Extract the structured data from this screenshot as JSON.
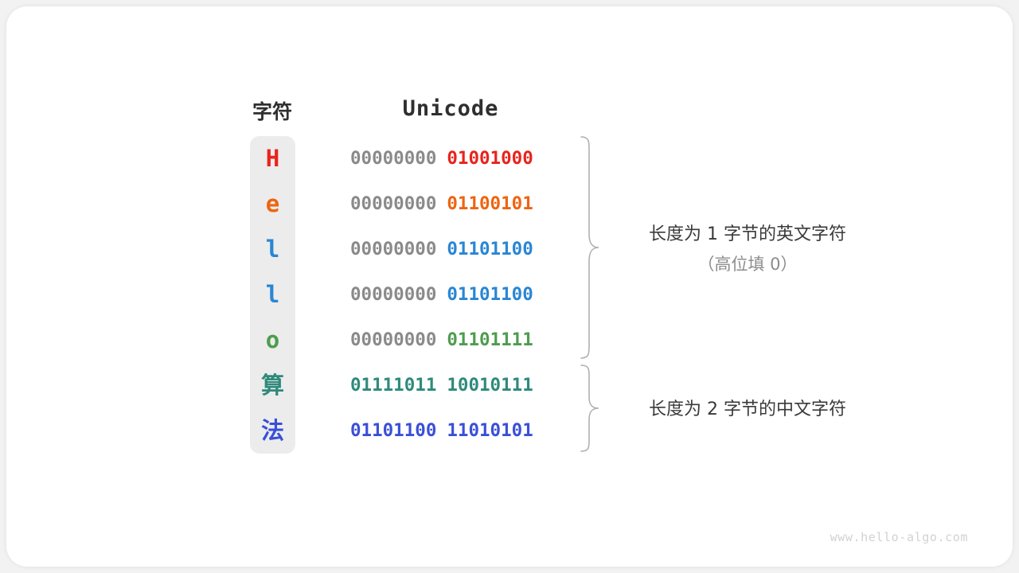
{
  "figure": {
    "watermark": "www.hello-algo.com",
    "headers": {
      "character": "字符",
      "encoding": "Unicode"
    },
    "colors": {
      "card_background": "#ffffff",
      "page_background": "#f2f2f2",
      "char_column_background": "#ececec",
      "padding_bits": "#8a8a8a",
      "brace": "#b0b0b0",
      "header_text": "#2f2f2f",
      "annotation_text": "#3a3a3a",
      "annotation_subtext": "#8c8c8c",
      "watermark_text": "#d2d2d2",
      "red": "#e8241c",
      "orange": "#ee6411",
      "blue": "#2986d4",
      "green": "#4f9c4f",
      "teal": "#2f8a7b",
      "indigo": "#3a4fd8"
    },
    "rows": [
      {
        "char": "H",
        "script": "latin",
        "color": "#e8241c",
        "high_byte": "00000000",
        "high_byte_color": "#8a8a8a",
        "low_byte": "01001000",
        "low_byte_color": "#e8241c"
      },
      {
        "char": "e",
        "script": "latin",
        "color": "#ee6411",
        "high_byte": "00000000",
        "high_byte_color": "#8a8a8a",
        "low_byte": "01100101",
        "low_byte_color": "#ee6411"
      },
      {
        "char": "l",
        "script": "latin",
        "color": "#2986d4",
        "high_byte": "00000000",
        "high_byte_color": "#8a8a8a",
        "low_byte": "01101100",
        "low_byte_color": "#2986d4"
      },
      {
        "char": "l",
        "script": "latin",
        "color": "#2986d4",
        "high_byte": "00000000",
        "high_byte_color": "#8a8a8a",
        "low_byte": "01101100",
        "low_byte_color": "#2986d4"
      },
      {
        "char": "o",
        "script": "latin",
        "color": "#4f9c4f",
        "high_byte": "00000000",
        "high_byte_color": "#8a8a8a",
        "low_byte": "01101111",
        "low_byte_color": "#4f9c4f"
      },
      {
        "char": "算",
        "script": "han",
        "color": "#2f8a7b",
        "high_byte": "01111011",
        "high_byte_color": "#2f8a7b",
        "low_byte": "10010111",
        "low_byte_color": "#2f8a7b"
      },
      {
        "char": "法",
        "script": "han",
        "color": "#3a4fd8",
        "high_byte": "01101100",
        "high_byte_color": "#3a4fd8",
        "low_byte": "11010101",
        "low_byte_color": "#3a4fd8"
      }
    ],
    "annotations": [
      {
        "main": "长度为 1 字节的英文字符",
        "sub": "（高位填 0）"
      },
      {
        "main": "长度为 2 字节的中文字符",
        "sub": ""
      }
    ]
  }
}
